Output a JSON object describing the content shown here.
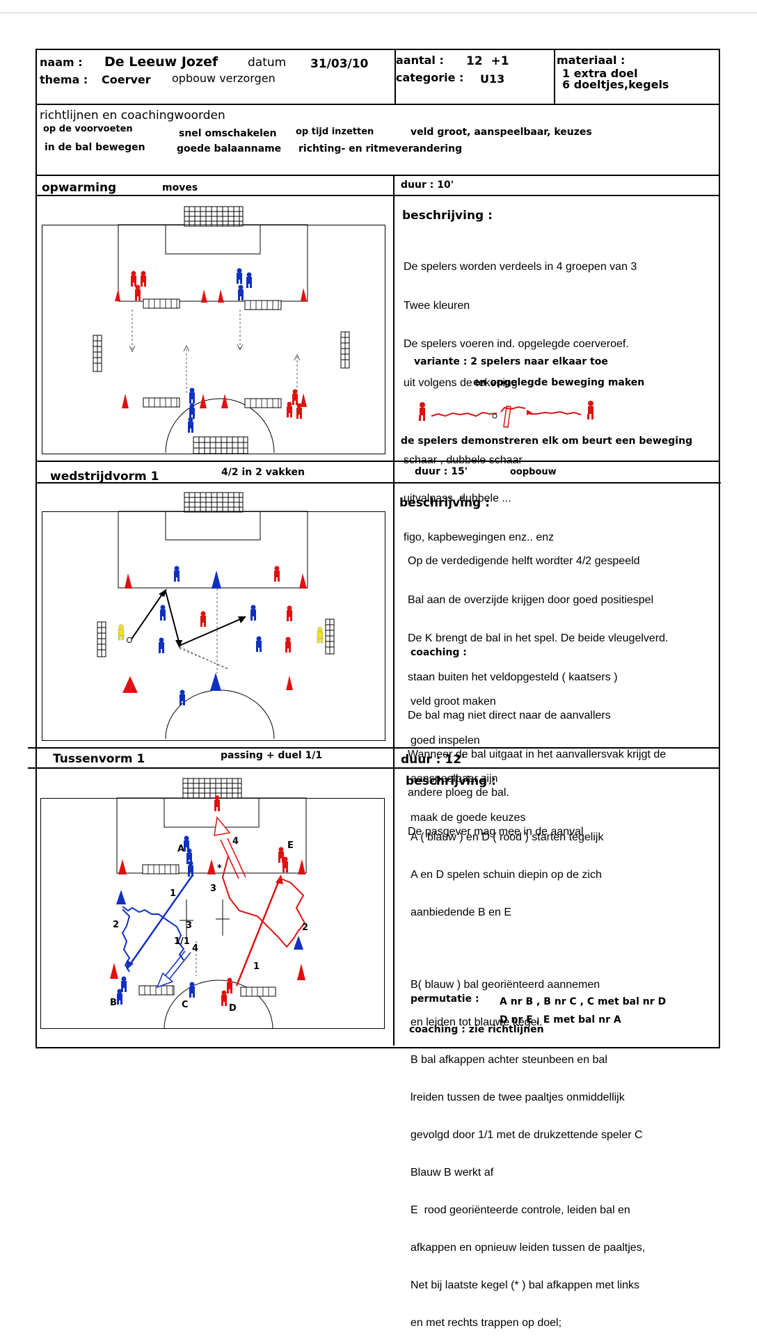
{
  "header": {
    "naam_label": "naam :",
    "naam_value": "De Leeuw Jozef",
    "datum_label": "datum",
    "datum_value": "31/03/10",
    "thema_label": "thema :",
    "thema_value": "Coerver",
    "thema_extra": "opbouw verzorgen",
    "aantal_label": "aantal :",
    "aantal_value": "12  +1",
    "categorie_label": "categorie :",
    "categorie_value": "U13",
    "materiaal_label": "materiaal :",
    "materiaal_line1": "1 extra doel",
    "materiaal_line2": "6 doeltjes,kegels"
  },
  "guidelines": {
    "title": "richtlijnen en coachingwoorden",
    "item1": "op de voorvoeten",
    "item2": "snel omschakelen",
    "item3": "op tijd inzetten",
    "item4": "veld groot, aanspeelbaar, keuzes",
    "item5": "in de bal bewegen",
    "item6": "goede balaanname",
    "item7": "richting- en ritmeverandering"
  },
  "section1": {
    "title": "opwarming",
    "subtitle": "moves",
    "duur": "duur : 10'",
    "beschrijving": "beschrijving :",
    "lines": [
      "De spelers worden verdeels in 4 groepen van 3",
      "Twee kleuren",
      "De spelers voeren ind. opgelegde coerveroef.",
      "uit volgens de tekening",
      "",
      "schaar , dubbele schaar",
      "uitvalpass, dubbele ...",
      "figo, kapbewegingen enz.. enz"
    ],
    "variante1": "variante : 2 spelers naar elkaar toe",
    "variante2": "en opgelegde beweging maken",
    "demo": "de spelers demonstreren elk om beurt een beweging"
  },
  "section2": {
    "title": "wedstrijdvorm 1",
    "subtitle": "4/2 in 2 vakken",
    "duur": "duur : 15'",
    "extra": "oopbouw",
    "beschrijving": "beschrijving :",
    "lines": [
      "Op de verdedigende helft wordter 4/2 gespeeld",
      "Bal aan de overzijde krijgen door goed positiespel",
      "De K brengt de bal in het spel. De beide vleugelverd.",
      "staan buiten het veldopgesteld ( kaatsers )",
      "De bal mag niet direct naar de aanvallers",
      "Wanneer de bal uitgaat in het aanvallersvak krijgt de",
      "andere ploeg de bal.",
      "De pasgever mag mee in de aanval"
    ],
    "coaching_label": "coaching :",
    "coaching": [
      "veld groot maken",
      "goed inspelen",
      "aanspeelbaar zijn",
      "maak de goede keuzes"
    ]
  },
  "section3": {
    "title": "Tussenvorm 1",
    "subtitle": "passing + duel 1/1",
    "duur": "duur : 12'",
    "beschrijving": "beschrijving :",
    "lines": [
      "A ( blauw ) en D ( rood ) starten tegelijk",
      "A en D spelen schuin diepin op de zich",
      "aanbiedende B en E",
      "",
      "B( blauw ) bal georiënteerd aannemen",
      "en leiden tot blauwe kegel.",
      "B bal afkappen achter steunbeen en bal",
      "lreiden tussen de twee paaltjes onmiddellijk",
      "gevolgd door 1/1 met de drukzettende speler C",
      "Blauw B werkt af",
      "E  rood georiënteerde controle, leiden bal en",
      "afkappen en opnieuw leiden tussen de paaltjes,",
      "Net bij laatste kegel (* ) bal afkappen met links",
      "en met rechts trappen op doel;"
    ],
    "permutatie_label": "permutatie :",
    "permutatie1": "A nr B , B nr C , C met bal nr D",
    "permutatie2": "D nr E , E met bal nr A",
    "coaching": "coaching : zie richtlijnen",
    "labels": {
      "A": "A",
      "B": "B",
      "C": "C",
      "D": "D",
      "E": "E",
      "n1": "1",
      "n2": "2",
      "n3": "3",
      "n4": "4",
      "n1b": "1",
      "n2b": "2",
      "n3b": "3",
      "n4b": "4",
      "duel": "1/1",
      "star": "*"
    }
  },
  "colors": {
    "red": "#e01010",
    "blue": "#1030c0",
    "yellow": "#f0e020"
  }
}
